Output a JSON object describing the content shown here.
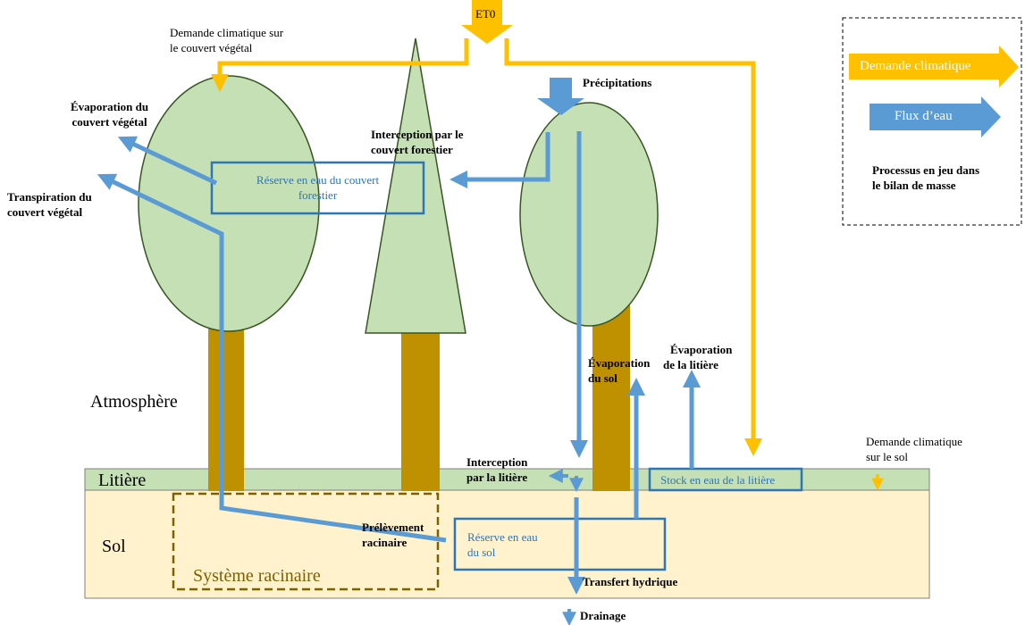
{
  "colors": {
    "soil": "#fff2cc",
    "litter": "#c5e0b4",
    "crown": "#c5e0b4",
    "crown_outline": "#375623",
    "trunk": "#bf9000",
    "water_flow": "#5b9bd5",
    "climatic_demand": "#ffc000",
    "reservoir_border": "#2e75b6",
    "root_border": "#7f6000"
  },
  "labels": {
    "et0": "ET0",
    "climatic_demand_canopy": [
      "Demande climatique sur",
      "le couvert végétal"
    ],
    "evaporation_canopy": [
      "Évaporation du",
      "couvert végétal"
    ],
    "transpiration_canopy": [
      "Transpiration du",
      "couvert végétal"
    ],
    "interception_forest": [
      "Interception par le",
      "couvert forestier"
    ],
    "precipitations": "Précipitations",
    "canopy_reservoir": [
      "Réserve en eau du couvert",
      "forestier"
    ],
    "atmosphere": "Atmosphère",
    "litter_layer": "Litière",
    "soil_layer": "Sol",
    "root_system": "Système racinaire",
    "root_uptake": [
      "Prélèvement",
      "racinaire"
    ],
    "soil_reservoir": [
      "Réserve en eau",
      "du sol"
    ],
    "soil_evaporation": [
      "Évaporation",
      "du sol"
    ],
    "litter_evaporation": [
      "Évaporation",
      "de la litière"
    ],
    "litter_interception": [
      "Interception",
      "par la litière"
    ],
    "litter_stock": "Stock en eau de la litière",
    "climatic_demand_soil": [
      "Demande climatique",
      "sur le sol"
    ],
    "water_transfer": "Transfert hydrique",
    "drainage": "Drainage"
  },
  "legend": {
    "climatic_demand": "Demande climatique",
    "water_flow": "Flux d’eau",
    "caption": [
      "Processus en jeu dans",
      "le bilan de masse"
    ]
  }
}
